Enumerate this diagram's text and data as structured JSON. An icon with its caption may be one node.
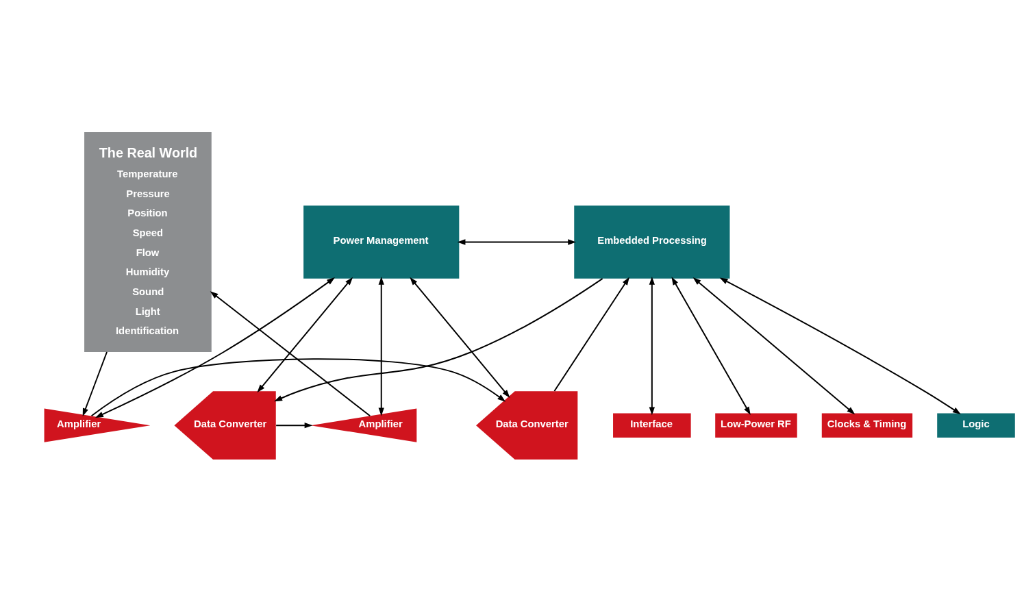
{
  "diagram": {
    "nodes": [
      {
        "text": [
          "The Real World",
          "Temperature",
          "Pressure",
          "Position",
          "Speed",
          "Flow",
          "Humidity",
          "Sound",
          "Light",
          "Identification"
        ]
      },
      {
        "text": [
          "Amplifier"
        ]
      },
      {
        "text": [
          "Data Converter"
        ]
      },
      {
        "text": [
          "Interface"
        ]
      },
      {
        "text": [
          "Low-Power RF"
        ]
      },
      {
        "text": [
          "Power Management"
        ]
      },
      {
        "text": [
          "Embedded Processing"
        ]
      },
      {
        "text": [
          "Amplifier"
        ]
      },
      {
        "text": [
          "Data Converter"
        ]
      },
      {
        "text": [
          "Clocks & Timing"
        ]
      },
      {
        "text": [
          "Logic"
        ]
      }
    ],
    "edges": [
      {
        "from": 0,
        "to": 1,
        "arrow": "to"
      },
      {
        "from": 1,
        "to": 2,
        "arrow": "to"
      },
      {
        "from": 2,
        "to": 6,
        "arrow": "to"
      },
      {
        "from": 6,
        "to": 3,
        "arrow": "both"
      },
      {
        "from": 6,
        "to": 4,
        "arrow": "both"
      },
      {
        "from": 1,
        "to": 5,
        "arrow": "both"
      },
      {
        "from": 2,
        "to": 5,
        "arrow": "both"
      },
      {
        "from": 5,
        "to": 6,
        "arrow": "both"
      },
      {
        "from": 5,
        "to": 7,
        "arrow": "both"
      },
      {
        "from": 5,
        "to": 8,
        "arrow": "both"
      },
      {
        "from": 6,
        "to": 8,
        "arrow": "to"
      },
      {
        "from": 6,
        "to": 9,
        "arrow": "both"
      },
      {
        "from": 6,
        "to": 10,
        "arrow": "both"
      },
      {
        "from": 8,
        "to": 7,
        "arrow": "to"
      },
      {
        "from": 7,
        "to": 0,
        "arrow": "to"
      }
    ]
  }
}
